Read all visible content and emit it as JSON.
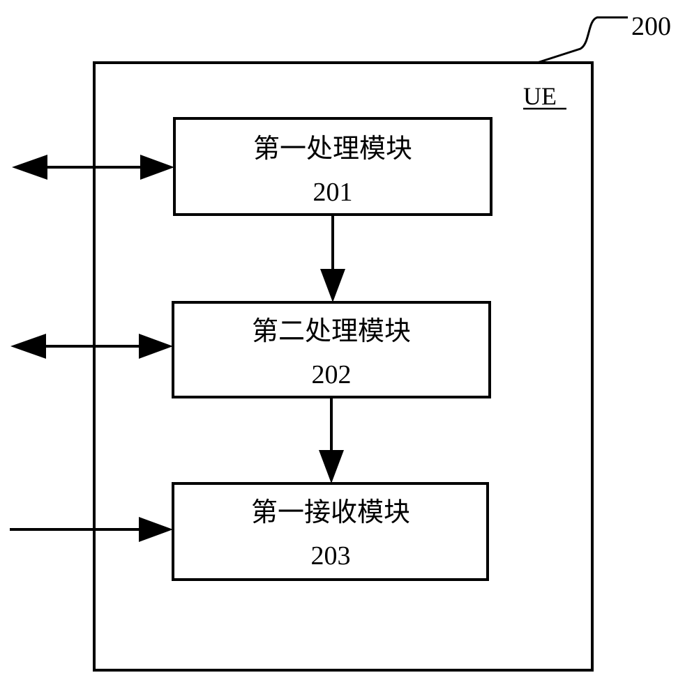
{
  "reference_label": "200",
  "container": {
    "label": "UE"
  },
  "modules": [
    {
      "name": "第一处理模块",
      "number": "201"
    },
    {
      "name": "第二处理模块",
      "number": "202"
    },
    {
      "name": "第一接收模块",
      "number": "203"
    }
  ],
  "external_links": [
    {
      "module": "201",
      "direction": "bidirectional"
    },
    {
      "module": "202",
      "direction": "bidirectional"
    },
    {
      "module": "203",
      "direction": "incoming"
    }
  ],
  "internal_flows": [
    {
      "from": "201",
      "to": "202"
    },
    {
      "from": "202",
      "to": "203"
    }
  ]
}
